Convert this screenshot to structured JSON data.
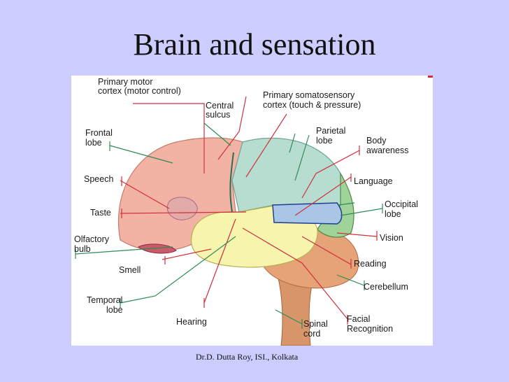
{
  "slide": {
    "title": "Brain and sensation",
    "footer": "Dr.D. Dutta Roy, ISI., Kolkata"
  },
  "diagram": {
    "labels": {
      "primary_motor_1": "Primary motor",
      "primary_motor_2": "cortex (motor control)",
      "central_sulcus_1": "Central",
      "central_sulcus_2": "sulcus",
      "somatosensory_1": "Primary somatosensory",
      "somatosensory_2": "cortex (touch & pressure)",
      "frontal_1": "Frontal",
      "frontal_2": "lobe",
      "parietal_1": "Parietal",
      "parietal_2": "lobe",
      "body_awareness_1": "Body",
      "body_awareness_2": "awareness",
      "speech": "Speech",
      "language": "Language",
      "taste": "Taste",
      "occipital_1": "Occipital",
      "occipital_2": "lobe",
      "olfactory_1": "Olfactory",
      "olfactory_2": "bulb",
      "vision": "Vision",
      "smell": "Smell",
      "reading": "Reading",
      "cerebellum": "Cerebellum",
      "temporal_1": "Temporal",
      "temporal_2": "lobe",
      "hearing": "Hearing",
      "spinal_1": "Spinal",
      "spinal_2": "cord",
      "facial_1": "Facial",
      "facial_2": "Recognition"
    },
    "colors": {
      "background": "#ccccfe",
      "frontal": "#f3b3a4",
      "parietal": "#b7dcd0",
      "temporal": "#f7f4ae",
      "occipital": "#9fd39a",
      "cerebellum": "#e6a377",
      "brainstem": "#d9956a",
      "red_line": "#d0303c",
      "green_line": "#2e8b57"
    }
  }
}
